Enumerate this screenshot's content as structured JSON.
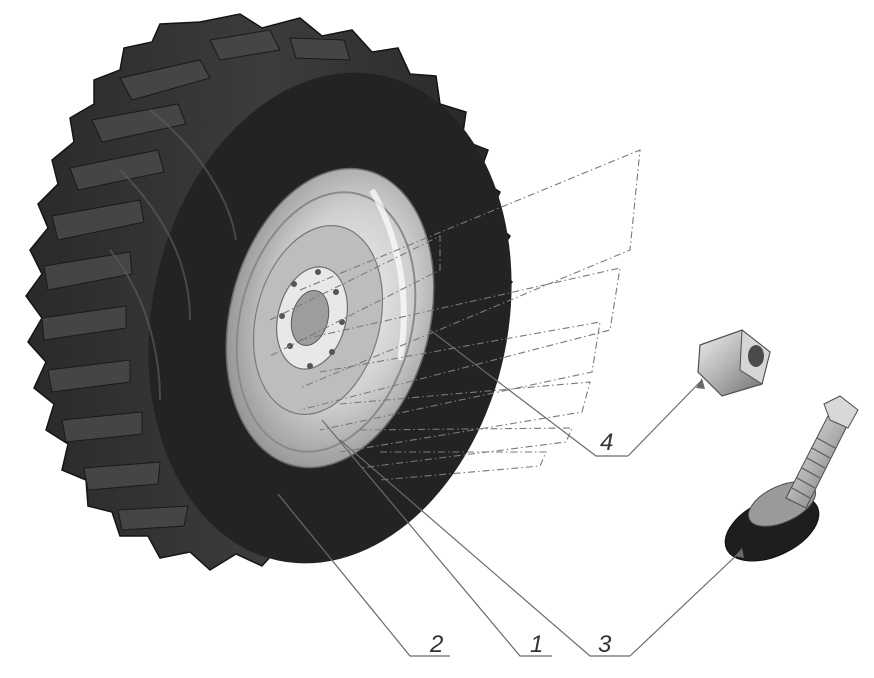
{
  "diagram": {
    "callouts": [
      {
        "id": "callout-1",
        "label": "1"
      },
      {
        "id": "callout-2",
        "label": "2"
      },
      {
        "id": "callout-3",
        "label": "3"
      },
      {
        "id": "callout-4",
        "label": "4"
      }
    ]
  },
  "colors": {
    "tire": "#2e2e2e",
    "tire_shadow": "#1c1c1c",
    "tread": "#3a3a3a",
    "rim": "#d9d9d9",
    "rim_dark": "#9a9a9a",
    "leader": "#6a6a6a",
    "label": "#333333",
    "background": "#ffffff"
  }
}
